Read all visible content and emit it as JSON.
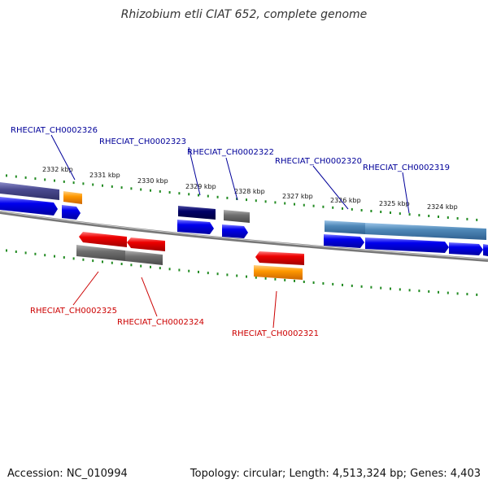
{
  "title": "Rhizobium etli CIAT 652, complete genome",
  "footer": {
    "accession": "Accession: NC_010994",
    "summary": "Topology: circular; Length: 4,513,324 bp; Genes: 4,403"
  },
  "scale_labels": [
    "2332 kbp",
    "2331 kbp",
    "2330 kbp",
    "2329 kbp",
    "2328 kbp",
    "2327 kbp",
    "2326 kbp",
    "2325 kbp",
    "2324 kbp"
  ],
  "gene_labels_top": [
    "RHECIAT_CH0002326",
    "RHECIAT_CH0002323",
    "RHECIAT_CH0002322",
    "RHECIAT_CH0002320",
    "RHECIAT_CH0002319"
  ],
  "gene_labels_bottom": [
    "RHECIAT_CH0002325",
    "RHECIAT_CH0002324",
    "RHECIAT_CH0002321"
  ],
  "colors": {
    "cds_forward": "#0000ee",
    "cds_reverse": "#ee0000",
    "gene_gray": "#707070",
    "orange": "#ff9900",
    "navy": "#000066",
    "slate_blue": "#4a4a90",
    "steel_blue": "#4f88b8",
    "backbone": "#888888",
    "ticks": "#228b22"
  }
}
